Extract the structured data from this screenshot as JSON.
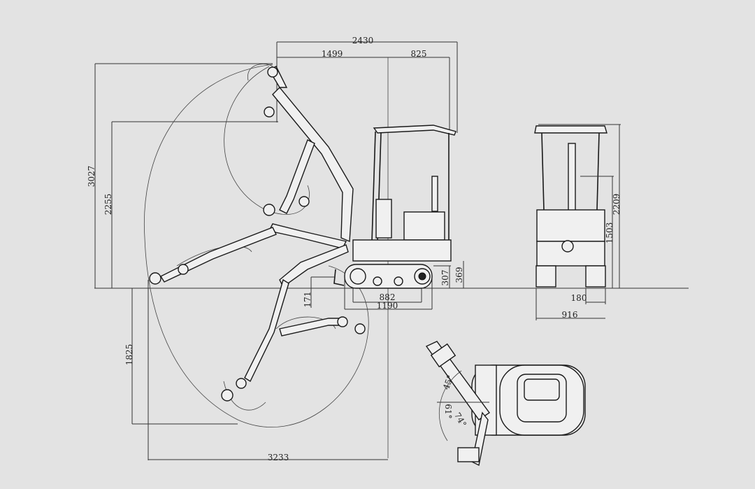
{
  "drawing": {
    "side_view": {
      "overall_length_dims": {
        "total": "2430",
        "front": "1499",
        "rear": "825"
      },
      "max_dig_height": "3027",
      "max_dump_height": "2255",
      "max_dig_depth": "1825",
      "max_reach": "3233",
      "counterweight_clearance": "307",
      "track_height": "369",
      "tumbler_distance": "882",
      "track_length": "1190",
      "blade_depth": "171"
    },
    "front_view": {
      "overall_height": "2209",
      "height_to_cab": "1503",
      "track_width": "180",
      "overall_width": "916"
    },
    "top_view": {
      "swing_angle_left": "45°",
      "swing_angle_right": "61°",
      "swing_angle_extra": "74°"
    }
  }
}
